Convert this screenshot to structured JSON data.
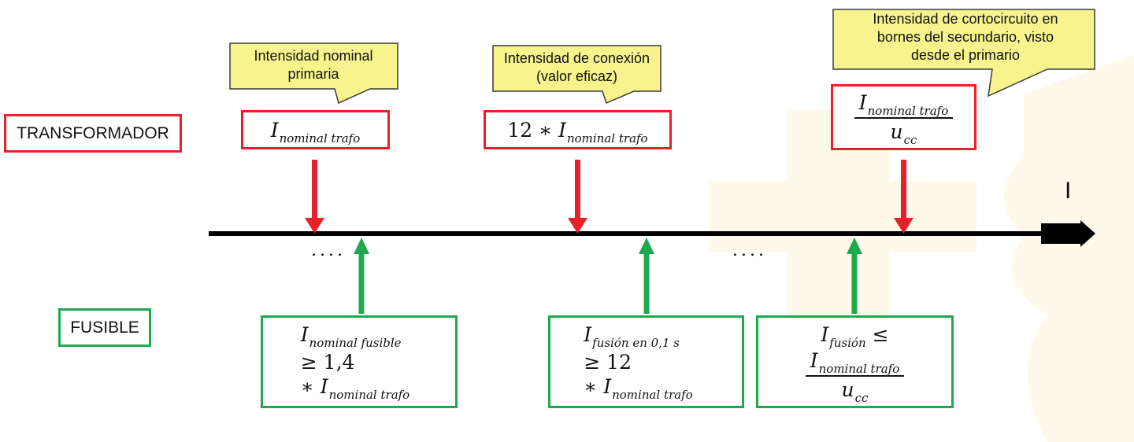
{
  "rows": {
    "transformer": "TRANSFORMADOR",
    "fuse": "FUSIBLE"
  },
  "axis": {
    "label": "I"
  },
  "callouts": {
    "nominal": [
      "Intensidad nominal",
      "primaria"
    ],
    "connection": [
      "Intensidad de conexión",
      "(valor eficaz)"
    ],
    "shortcircuit": [
      "Intensidad de cortocircuito en",
      "bornes del secundario, visto",
      "desde el primario"
    ]
  },
  "transformer_boxes": {
    "nominal": {
      "sym": "I",
      "sub": "nominal trafo"
    },
    "connection": {
      "factor": "12 ∗ ",
      "sym": "I",
      "sub": "nominal trafo"
    },
    "shortcircuit": {
      "num_sym": "I",
      "num_sub": "nominal trafo",
      "den_sym": "u",
      "den_sub": "cc"
    }
  },
  "fuse_boxes": {
    "nominal": {
      "l1_sym": "I",
      "l1_sub": "nominal fusible",
      "l2": "≥ 1,4",
      "l3_op": "∗ ",
      "l3_sym": "I",
      "l3_sub": "nominal trafo"
    },
    "connection": {
      "l1_sym": "I",
      "l1_sub": "fusión en 0,1 s",
      "l2": "≥ 12",
      "l3_op": "∗ ",
      "l3_sym": "I",
      "l3_sub": "nominal trafo"
    },
    "shortcircuit": {
      "l1_sym": "I",
      "l1_sub": "fusión",
      "l1_rel": " ≤",
      "num_sym": "I",
      "num_sub": "nominal trafo",
      "den_sym": "u",
      "den_sub": "cc"
    }
  },
  "ellipses": [
    "....",
    "...."
  ],
  "colors": {
    "transformer": "#e8202a",
    "fuse": "#1fa84e",
    "callout_fill": "#f7f48d",
    "callout_stroke": "#3a3a3a",
    "axis": "#000000"
  }
}
